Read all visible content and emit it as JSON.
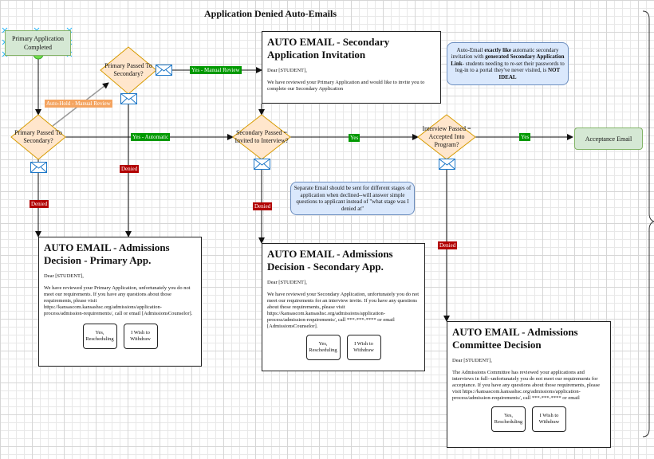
{
  "title": "Application Denied Auto-Emails",
  "start_node": "Primary Application Completed",
  "decisions": {
    "primary_passed_top": "Primary Passed To Secondary?",
    "primary_passed_left": "Primary Passed To Secondary?",
    "secondary_passed": "Secondary Passed = Invited to Interview?",
    "interview_passed": "Interview Passed = Accepted Into Program?"
  },
  "edge_labels": {
    "manual_review": "Yes - Manual Review",
    "auto_hold": "Auto-Hold - Manual Review",
    "yes_automatic": "Yes - Automatic",
    "yes_1": "Yes",
    "yes_2": "Yes",
    "denied_1": "Denied",
    "denied_2": "Denied",
    "denied_3": "Denied",
    "denied_4": "Denied"
  },
  "acceptance_email": "Acceptance Email",
  "emails": {
    "secondary_invite": {
      "heading": "AUTO EMAIL - Secondary Application Invitation",
      "salutation": "Dear [STUDENT],",
      "body": "We have reviewed your Primary Application and would like to invite you to complete our Secondary Application"
    },
    "primary_decision": {
      "heading": "AUTO EMAIL - Admissions Decision - Primary App.",
      "salutation": "Dear [STUDENT],",
      "body": "We have reviewed your Primary Application, unfortunately you do not meet our requirements. If you have any questions about those requirements, please visit https://kansascom.kansashsc.org/admissions/application-process/admission-requirements/, call or email [AdmissionsCounselor].",
      "btn_yes": "Yes, Rescheduling",
      "btn_withdraw": "I Wish to Withdraw"
    },
    "secondary_decision": {
      "heading": "AUTO EMAIL - Admissions Decision - Secondary App.",
      "salutation": "Dear [STUDENT],",
      "body": "We have reviewed your Secondary Application, unfortunately you do not meet our requirements for an interview invite. If you have any questions about those requirements, please visit https://kansascom.kansashsc.org/admissions/application-process/admission-requirements/, call ***-***-**** or email [AdmissionsCounselor].",
      "btn_yes": "Yes, Rescheduling",
      "btn_withdraw": "I Wish to Withdraw"
    },
    "committee_decision": {
      "heading": "AUTO EMAIL - Admissions Committee Decision",
      "salutation": "Dear [STUDENT],",
      "body": "The Admissions Committee has reviewed your applications and interviews in full--unfortunately you do not meet our requirements for acceptance. If you have any questions about those requirements, please visit https://kansascom.kansashsc.org/admissions/application-process/admission-requirements/, call ***-***-**** or email",
      "btn_yes": "Yes, Rescheduling",
      "btn_withdraw": "I Wish to Withdraw"
    }
  },
  "notes": {
    "auto_email_note_pre": "Auto-Email ",
    "auto_email_note_b1": "exactly like",
    "auto_email_note_mid1": " automatic secondary invitation with ",
    "auto_email_note_b2": "generated Secondary Application Link",
    "auto_email_note_mid2": "- students needing to re-set their passwords to log-in to a portal they've never visited, is ",
    "auto_email_note_b3": "NOT IDEAL",
    "separate_email_note": "Separate Email should be sent for different stages of application when declined--will answer simple questions to applicant instead of \"what stage was I denied at\""
  },
  "colors": {
    "decision_fill": "#ffe6cc",
    "decision_stroke": "#d79b00",
    "start_fill": "#d5e8d4",
    "note_fill": "#dae8fc",
    "mail_stroke": "#1e78c8"
  }
}
